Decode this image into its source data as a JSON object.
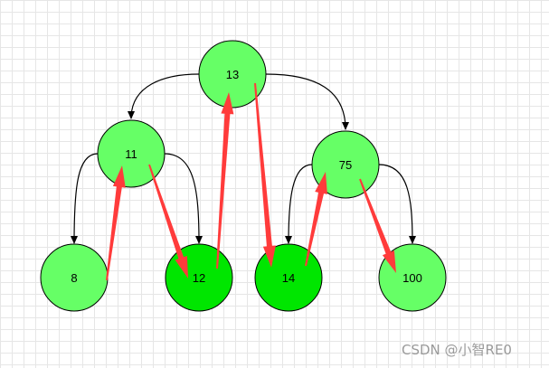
{
  "colors": {
    "light_node": "#66ff66",
    "dark_node": "#00e600",
    "node_stroke": "#000000",
    "edge": "#000000",
    "traversal_arrow": "#ff3b3b"
  },
  "nodes": [
    {
      "id": "13",
      "label": "13",
      "shade": "light"
    },
    {
      "id": "11",
      "label": "11",
      "shade": "light"
    },
    {
      "id": "75",
      "label": "75",
      "shade": "light"
    },
    {
      "id": "8",
      "label": "8",
      "shade": "light"
    },
    {
      "id": "12",
      "label": "12",
      "shade": "dark"
    },
    {
      "id": "14",
      "label": "14",
      "shade": "dark"
    },
    {
      "id": "100",
      "label": "100",
      "shade": "light"
    }
  ],
  "edges": [
    {
      "from": "13",
      "to": "11"
    },
    {
      "from": "13",
      "to": "75"
    },
    {
      "from": "11",
      "to": "8"
    },
    {
      "from": "11",
      "to": "12"
    },
    {
      "from": "75",
      "to": "14"
    },
    {
      "from": "75",
      "to": "100"
    }
  ],
  "traversal_arrows": [
    {
      "from": "8",
      "to": "11"
    },
    {
      "from": "11",
      "to": "12"
    },
    {
      "from": "12",
      "to": "13"
    },
    {
      "from": "13",
      "to": "14"
    },
    {
      "from": "14",
      "to": "75"
    },
    {
      "from": "75",
      "to": "100"
    }
  ],
  "watermark": "CSDN @小智RE0"
}
